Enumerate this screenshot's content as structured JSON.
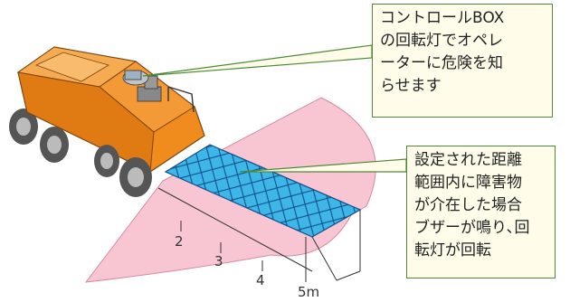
{
  "callouts": {
    "beacon": {
      "lines": [
        "コントロールBOX",
        "の回転灯でオペレ",
        "ーターに危険を知",
        "らせます"
      ]
    },
    "range": {
      "lines": [
        "設定された距離",
        "範囲内に障害物",
        "が介在した場合",
        "ブザーが鳴り､回",
        "転灯が回転"
      ]
    }
  },
  "distance_labels": [
    "2",
    "3",
    "4",
    "5m"
  ],
  "colors": {
    "machine_body": "#f08c1e",
    "detection_fan": "#f7c6d2",
    "alert_zone": "#3fb6e8",
    "callout_border": "#4e8a36",
    "callout_fill": "#fffdea"
  }
}
